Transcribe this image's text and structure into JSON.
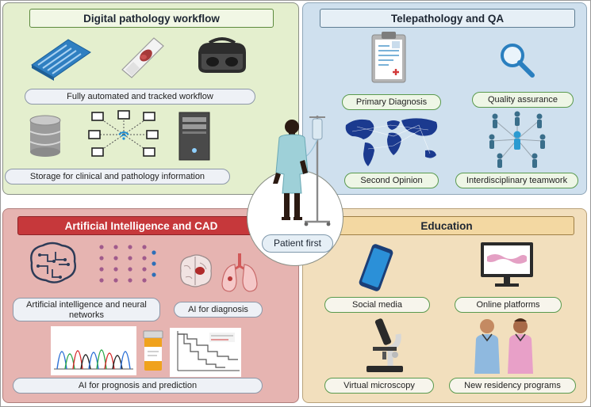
{
  "center": {
    "label": "Patient first"
  },
  "quadrants": {
    "digital_pathology": {
      "title": "Digital pathology workflow",
      "labels": {
        "workflow": "Fully automated and tracked workflow",
        "storage": "Storage for clinical and pathology information"
      },
      "icons": [
        "slide-rack-icon",
        "glass-slide-icon",
        "vr-headset-icon",
        "database-icon",
        "network-icon",
        "server-tower-icon"
      ]
    },
    "telepathology": {
      "title": "Telepathology and QA",
      "labels": {
        "primary": "Primary Diagnosis",
        "quality": "Quality assurance",
        "second": "Second Opinion",
        "team": "Interdisciplinary teamwork"
      },
      "icons": [
        "clipboard-icon",
        "magnifier-icon",
        "world-map-icon",
        "people-network-icon"
      ]
    },
    "ai_cad": {
      "title": "Artificial Intelligence and CAD",
      "labels": {
        "neural_line1": "Artificial intelligence and neural",
        "neural_line2": "networks",
        "diagnosis": "AI for diagnosis",
        "prognosis": "AI for prognosis and prediction"
      },
      "icons": [
        "circuit-brain-icon",
        "neural-network-icon",
        "brain-scan-icon",
        "lungs-icon",
        "genome-peaks-icon",
        "pill-bottle-icon",
        "survival-curve-icon"
      ]
    },
    "education": {
      "title": "Education",
      "labels": {
        "social": "Social media",
        "online": "Online platforms",
        "virtual": "Virtual microscopy",
        "residency": "New residency programs"
      },
      "icons": [
        "smartphone-icon",
        "monitor-icon",
        "microscope-icon",
        "doctors-icon"
      ]
    }
  }
}
